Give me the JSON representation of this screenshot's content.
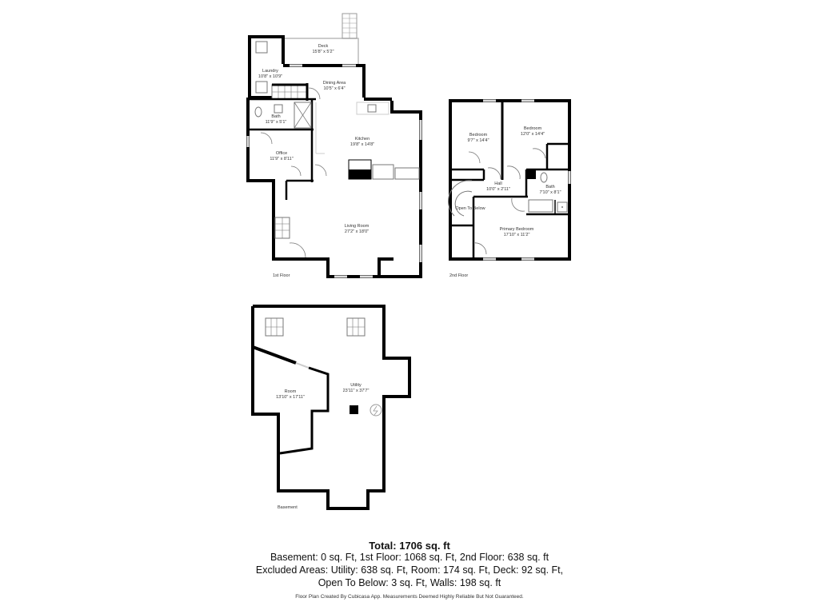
{
  "floors": [
    {
      "name": "1st Floor",
      "rooms": [
        {
          "name": "Deck",
          "dims": "15'8\" x 5'2\""
        },
        {
          "name": "Laundry",
          "dims": "10'8\" x 10'9\""
        },
        {
          "name": "Dining Area",
          "dims": "10'5\" x 6'4\""
        },
        {
          "name": "Bath",
          "dims": "11'9\" x 5'1\""
        },
        {
          "name": "Kitchen",
          "dims": "19'8\" x 14'8\""
        },
        {
          "name": "Office",
          "dims": "11'9\" x 8'11\""
        },
        {
          "name": "Living Room",
          "dims": "27'2\" x 18'0\""
        }
      ]
    },
    {
      "name": "2nd Floor",
      "rooms": [
        {
          "name": "Bedroom",
          "dims": "9'7\" x 14'4\""
        },
        {
          "name": "Bedroom",
          "dims": "12'0\" x 14'4\""
        },
        {
          "name": "Hall",
          "dims": "10'0\" x 2'11\""
        },
        {
          "name": "Bath",
          "dims": "7'10\" x 8'1\""
        },
        {
          "name": "Open To Below",
          "dims": ""
        },
        {
          "name": "Primary Bedroom",
          "dims": "17'10\" x 11'2\""
        }
      ]
    },
    {
      "name": "Basement",
      "rooms": [
        {
          "name": "Room",
          "dims": "13'10\" x 17'11\""
        },
        {
          "name": "Utility",
          "dims": "23'11\" x 37'7\""
        }
      ]
    }
  ],
  "summary": {
    "total": "Total: 1706 sq. ft",
    "line1": "Basement: 0 sq. Ft, 1st Floor: 1068 sq. Ft, 2nd Floor: 638 sq. ft",
    "line2": "Excluded Areas: Utility: 638 sq. Ft, Room: 174 sq. Ft, Deck: 92 sq. Ft,",
    "line3": "Open To Below: 3 sq. Ft, Walls: 198 sq. ft",
    "disclaimer": "Floor Plan Created By Cubicasa App. Measurements Deemed Highly Reliable But Not Guaranteed."
  },
  "colors": {
    "wall": "#000000",
    "window": "#d8d8d8",
    "fixture": "#888888"
  }
}
